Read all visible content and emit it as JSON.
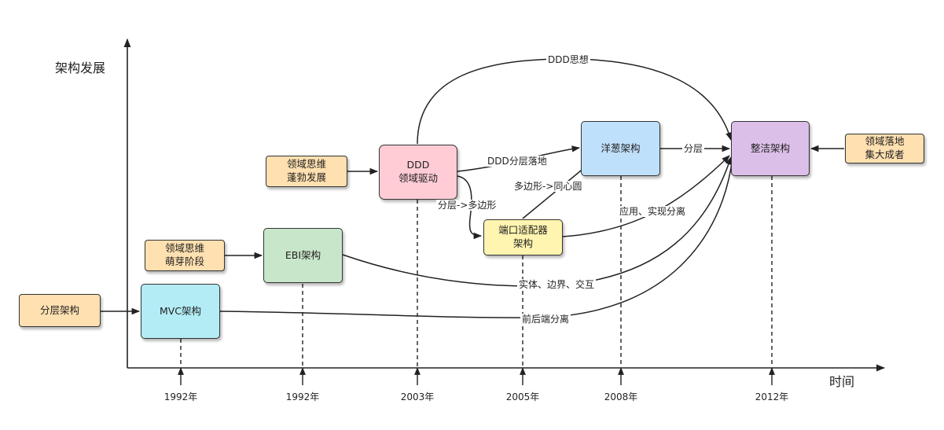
{
  "axes": {
    "y_title": "架构发展",
    "x_title": "时间"
  },
  "nodes": {
    "layered": {
      "text": "分层架构",
      "color": "#ffe0b0"
    },
    "mvc": {
      "text": "MVC架构",
      "color": "#b3ecf5"
    },
    "sprout": {
      "text": "领域思维\n萌芽阶段",
      "color": "#ffe0b0"
    },
    "ebi": {
      "text": "EBI架构",
      "color": "#c8e6c9"
    },
    "flourish": {
      "text": "领域思维\n蓬勃发展",
      "color": "#ffe0b0"
    },
    "ddd": {
      "text": "DDD\n领域驱动",
      "color": "#ffccd5"
    },
    "port": {
      "text": "端口适配器\n架构",
      "color": "#fff5b0"
    },
    "onion": {
      "text": "洋葱架构",
      "color": "#bfe0fb"
    },
    "clean": {
      "text": "整洁架构",
      "color": "#dcbfe8"
    },
    "master": {
      "text": "领域落地\n集大成者",
      "color": "#ffe0b0"
    }
  },
  "edge_labels": {
    "ddd_thought": "DDD思想",
    "ddd_layer_landing": "DDD分层落地",
    "layer_to_polygon": "分层->多边形",
    "polygon_to_circle": "多边形->同心圆",
    "layering": "分层",
    "app_impl_separation": "应用、实现分离",
    "entity_boundary": "实体、边界、交互",
    "frontend_backend": "前后端分离"
  },
  "years": [
    "1992年",
    "1992年",
    "2003年",
    "2005年",
    "2008年",
    "2012年"
  ]
}
